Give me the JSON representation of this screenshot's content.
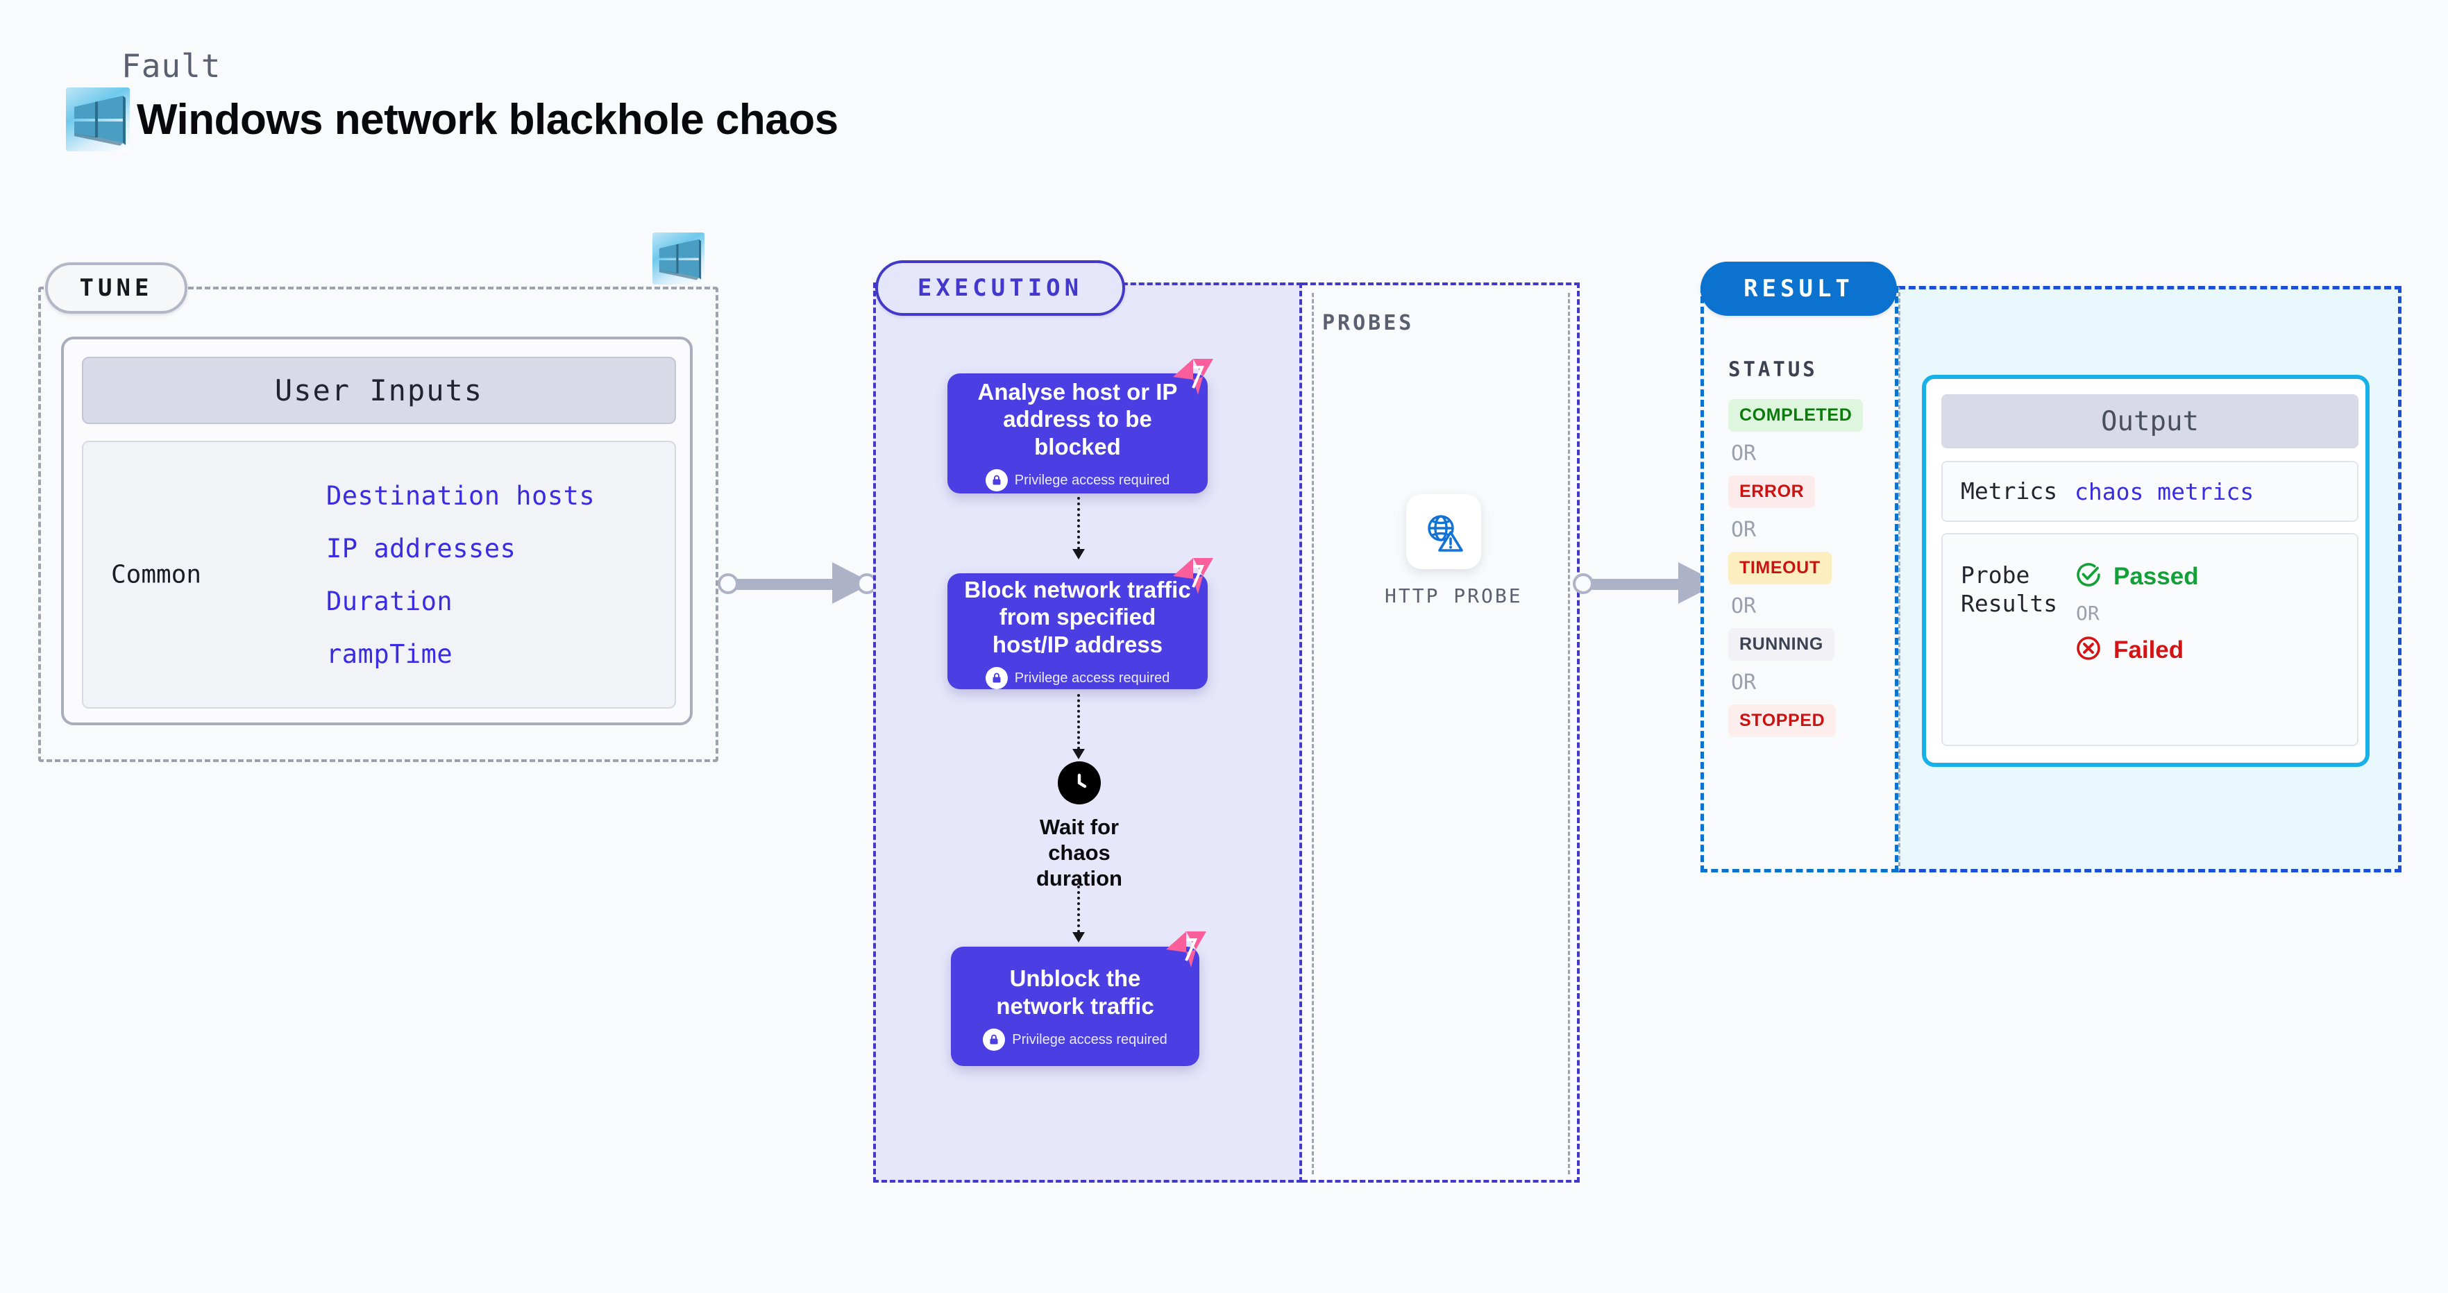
{
  "header": {
    "kicker": "Fault",
    "title": "Windows network blackhole chaos",
    "logo_icon": "windows-logo-icon"
  },
  "tune": {
    "pill_label": "TUNE",
    "platform_icon": "windows-logo-icon",
    "card": {
      "header": "User Inputs",
      "group_label": "Common",
      "params": [
        "Destination hosts",
        "IP addresses",
        "Duration",
        "rampTime"
      ]
    }
  },
  "execution": {
    "pill_label": "EXECUTION",
    "steps": [
      {
        "title": "Analyse host or IP address to be blocked",
        "privilege": "Privilege access required",
        "lock_icon": "lock-icon",
        "chaos_icon": "litmus-chaos-icon"
      },
      {
        "title": "Block network traffic from specified host/IP address",
        "privilege": "Privilege access required",
        "lock_icon": "lock-icon",
        "chaos_icon": "litmus-chaos-icon"
      },
      {
        "title": "Unblock the network traffic",
        "privilege": "Privilege access required",
        "lock_icon": "lock-icon",
        "chaos_icon": "litmus-chaos-icon"
      }
    ],
    "wait": {
      "label": "Wait for chaos duration",
      "icon": "clock-icon"
    }
  },
  "probes": {
    "label": "PROBES",
    "items": [
      {
        "label": "HTTP PROBE",
        "icon": "globe-warning-icon"
      }
    ]
  },
  "result": {
    "pill_label": "RESULT",
    "status_label": "STATUS",
    "or_label": "OR",
    "statuses": [
      {
        "label": "COMPLETED",
        "color": "#0a7a0a",
        "bg": "#ddf6dd"
      },
      {
        "label": "ERROR",
        "color": "#cc1111",
        "bg": "#fdeaea"
      },
      {
        "label": "TIMEOUT",
        "color": "#cc1111",
        "bg": "#fdeec0"
      },
      {
        "label": "RUNNING",
        "color": "#3d4252",
        "bg": "#f1f1f6"
      },
      {
        "label": "STOPPED",
        "color": "#cc1111",
        "bg": "#fdeeee"
      }
    ],
    "output": {
      "header": "Output",
      "metrics_key": "Metrics",
      "metrics_value": "chaos metrics",
      "probe_results_key": "Probe Results",
      "passed_label": "Passed",
      "failed_label": "Failed",
      "or_label": "OR",
      "passed_icon": "check-circle-icon",
      "failed_icon": "x-circle-icon"
    }
  },
  "colors": {
    "accent_purple": "#4b3fe4",
    "accent_blue": "#0b72cf",
    "accent_cyan": "#17b0e8",
    "chaos_pink": "#fa5f9b",
    "connector_gray": "#aeb2c6"
  }
}
